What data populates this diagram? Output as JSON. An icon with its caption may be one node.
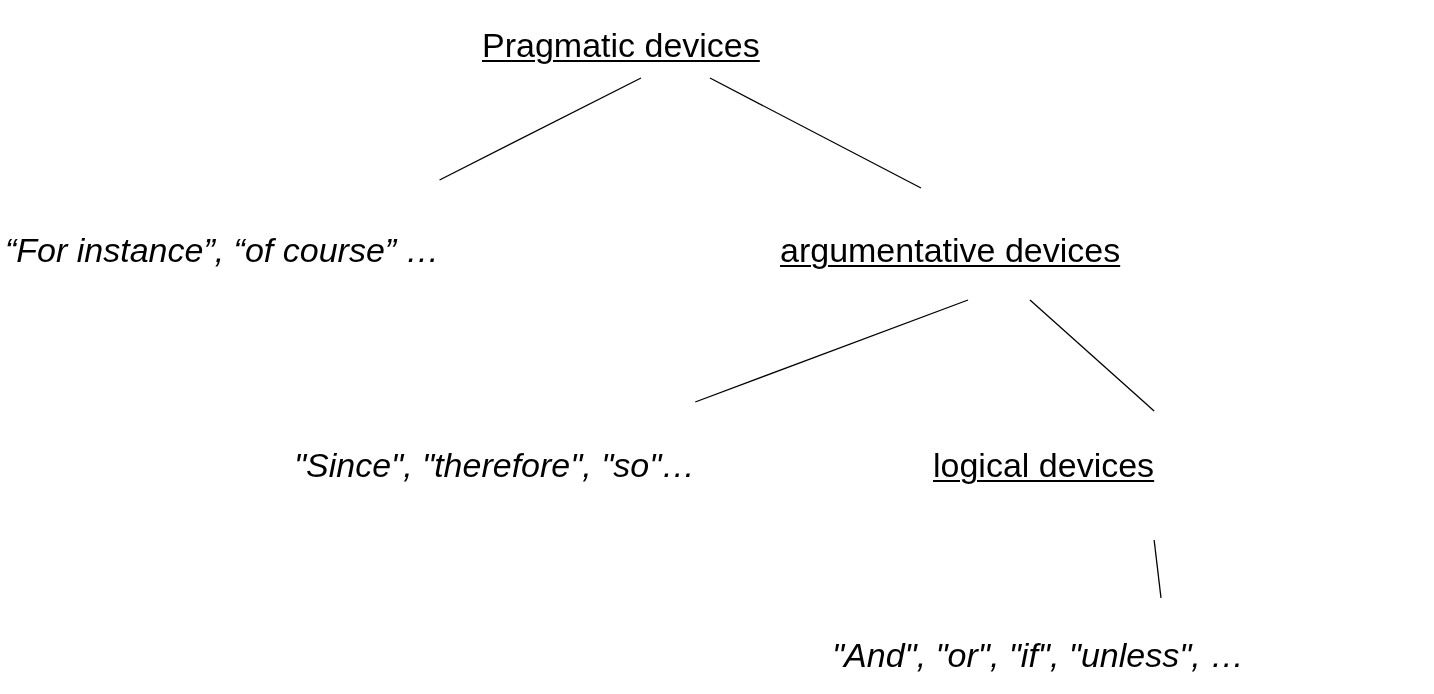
{
  "diagram": {
    "nodes": [
      {
        "text": [
          "Pragmatic devices"
        ]
      },
      {
        "text": [
          "“For instance”, “of course” …"
        ]
      },
      {
        "text": [
          "argumentative devices"
        ]
      },
      {
        "text": [
          "\"Since\", \"therefore\", \"so\"…"
        ]
      },
      {
        "text": [
          "logical devices"
        ]
      },
      {
        "text": [
          "\"And\", \"or\", \"if\", \"unless\", …"
        ]
      }
    ],
    "edges": [
      {
        "from": 0,
        "to": 1,
        "arrow": "none"
      },
      {
        "from": 0,
        "to": 2,
        "arrow": "none"
      },
      {
        "from": 2,
        "to": 3,
        "arrow": "none"
      },
      {
        "from": 2,
        "to": 4,
        "arrow": "none"
      },
      {
        "from": 4,
        "to": 5,
        "arrow": "none"
      }
    ]
  }
}
